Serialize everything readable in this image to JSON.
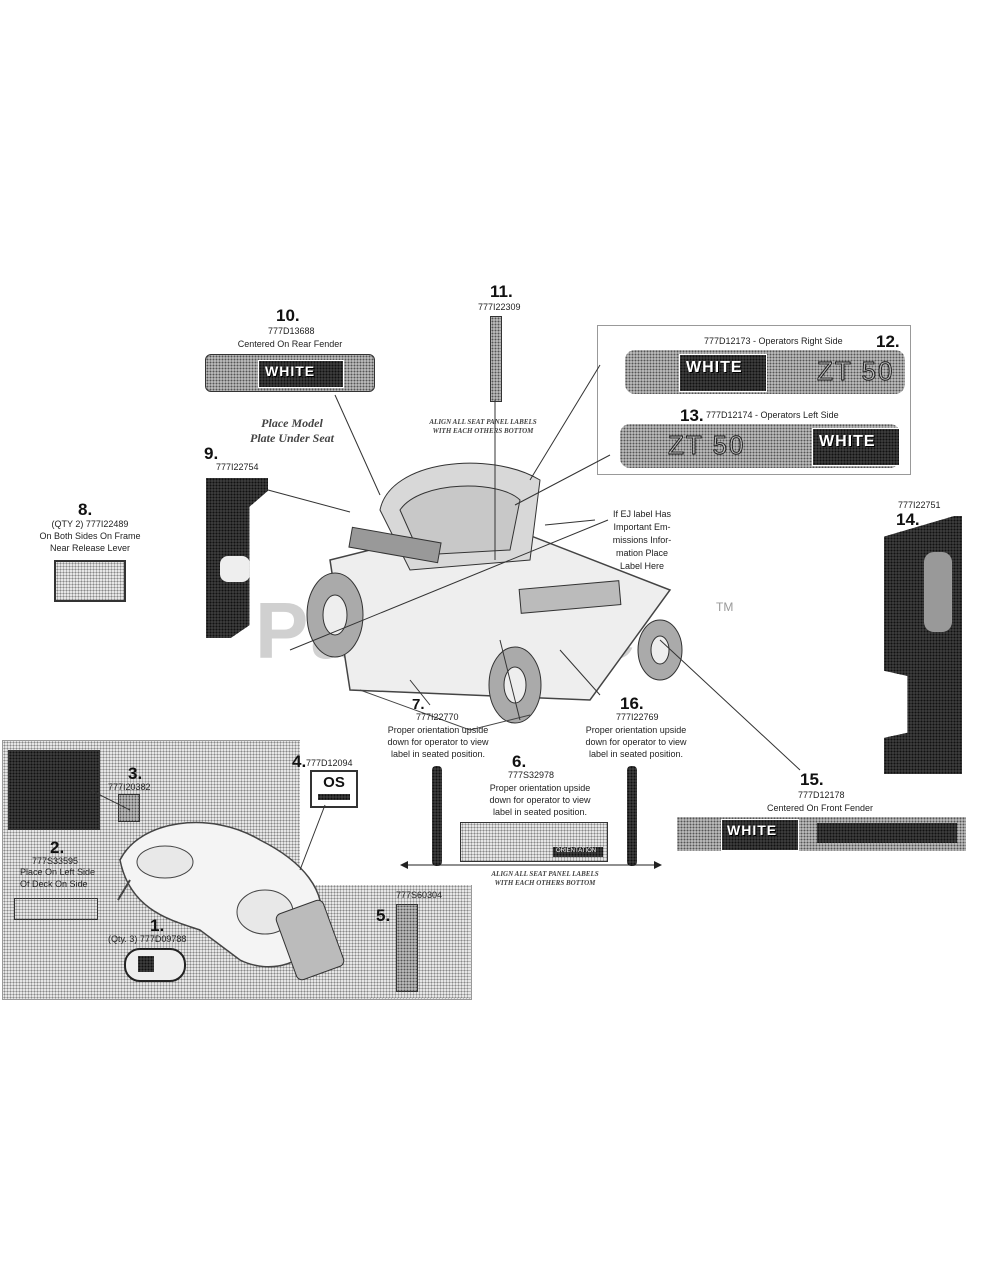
{
  "watermark": {
    "text": "PartsTree",
    "tm": "TM"
  },
  "items": {
    "i1": {
      "num": "1.",
      "pn": "(Qty. 3) 777D09788"
    },
    "i2": {
      "num": "2.",
      "pn": "777S33595",
      "caption": "Place On Left Side\nOf Deck On Side"
    },
    "i3": {
      "num": "3.",
      "pn": "777I20382"
    },
    "i4": {
      "num": "4.",
      "pn": "777D12094"
    },
    "i5": {
      "num": "5.",
      "pn": "777S60304"
    },
    "i6": {
      "num": "6.",
      "pn": "777S32978",
      "caption": "Proper orientation upside\ndown for operator to view\nlabel in seated position."
    },
    "i7": {
      "pn": "777I22770",
      "caption": "Proper orientation upside\ndown for operator to view\nlabel in seated position."
    },
    "i8": {
      "num": "8.",
      "pn": "(QTY 2) 777I22489",
      "caption": "On Both Sides On Frame\nNear Release Lever"
    },
    "i9": {
      "num": "9.",
      "pn": "777I22754"
    },
    "i10": {
      "num": "10.",
      "pn": "777D13688",
      "caption": "Centered On Rear Fender"
    },
    "i11": {
      "num": "11.",
      "pn": "777I22309"
    },
    "i12": {
      "num": "12.",
      "pn": "777D12173 - Operators Right Side"
    },
    "i13": {
      "num": "13.",
      "pn": "777D12174 - Operators Left Side"
    },
    "i14": {
      "num": "14.",
      "pn": "777I22751"
    },
    "i15": {
      "num": "15.",
      "pn": "777D12178",
      "caption": "Centered On Front Fender"
    },
    "i16": {
      "num": "16.",
      "pn": "777I22769",
      "caption": "Proper orientation upside\ndown for operator to view\nlabel in seated position."
    }
  },
  "notes": {
    "model_plate": "Place Model\nPlate Under Seat",
    "align_top": "ALIGN ALL SEAT PANEL LABELS\nWITH EACH OTHERS BOTTOM",
    "align_bottom": "ALIGN ALL SEAT PANEL LABELS\nWITH EACH OTHERS BOTTOM",
    "emissions": "If EJ label Has\nImportant Em-\nmissions Infor-\nmation Place\nLabel Here"
  },
  "decals": {
    "brand": "WHITE",
    "model": "ZT 50",
    "logo_badge": "OS",
    "icon_box_label": "ORIENTATION"
  }
}
